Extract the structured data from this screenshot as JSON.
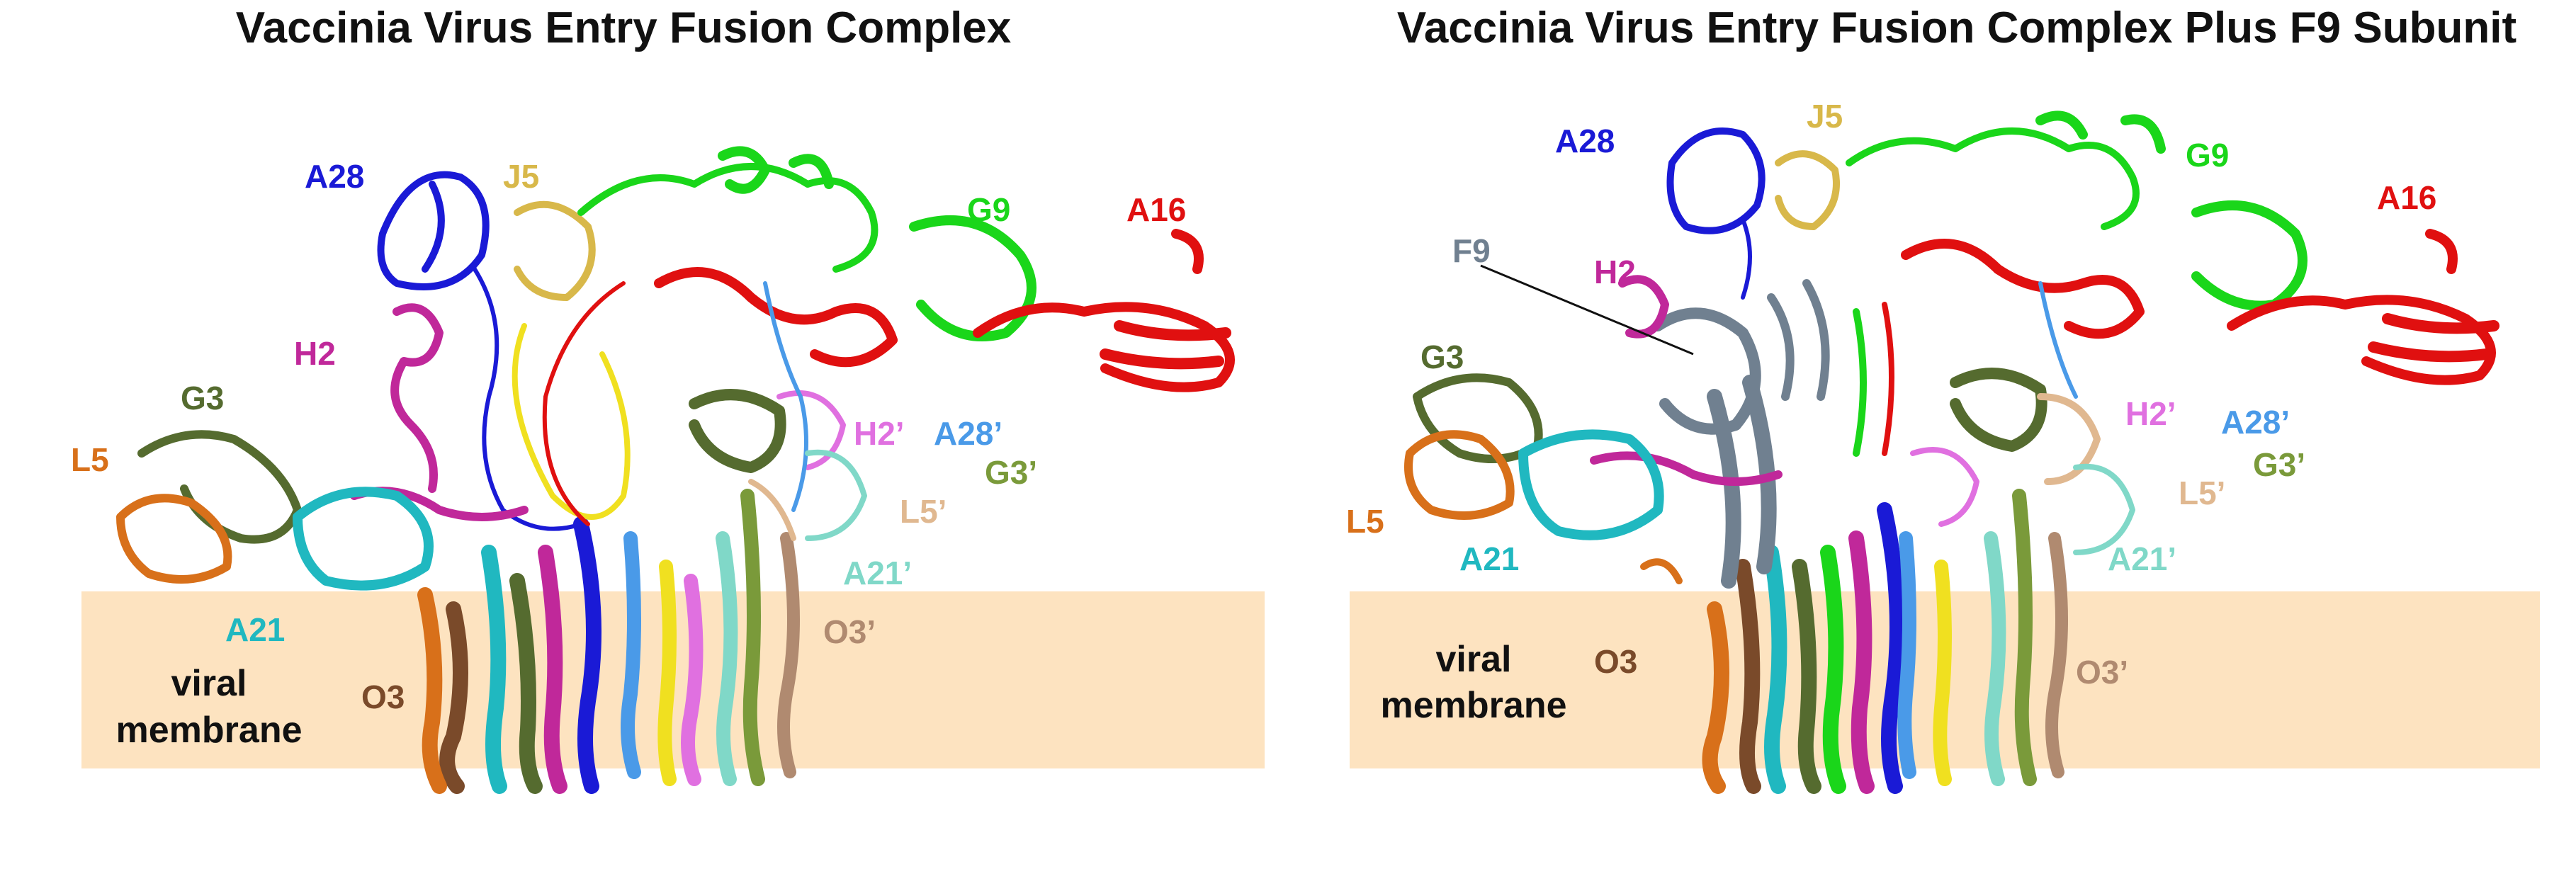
{
  "panels": [
    {
      "title": "Vaccinia Virus Entry Fusion Complex",
      "membrane_label_line1": "viral",
      "membrane_label_line2": "membrane",
      "labels": {
        "A28": "A28",
        "J5": "J5",
        "G9": "G9",
        "A16": "A16",
        "H2": "H2",
        "G3": "G3",
        "L5": "L5",
        "A21": "A21",
        "O3": "O3",
        "H2p": "H2’",
        "A28p": "A28’",
        "G3p": "G3’",
        "L5p": "L5’",
        "A21p": "A21’",
        "O3p": "O3’"
      }
    },
    {
      "title": "Vaccinia Virus Entry Fusion Complex Plus F9 Subunit",
      "membrane_label_line1": "viral",
      "membrane_label_line2": "membrane",
      "labels": {
        "A28": "A28",
        "J5": "J5",
        "G9": "G9",
        "A16": "A16",
        "F9": "F9",
        "H2": "H2",
        "G3": "G3",
        "L5": "L5",
        "A21": "A21",
        "O3": "O3",
        "H2p": "H2’",
        "A28p": "A28’",
        "G3p": "G3’",
        "L5p": "L5’",
        "A21p": "A21’",
        "O3p": "O3’"
      }
    }
  ],
  "colors": {
    "membrane": "#fde3c0",
    "A28": "#1a1ad6",
    "J5": "#d8b84a",
    "G9": "#1ad61a",
    "A16": "#e01010",
    "H2": "#c0289a",
    "G3": "#556b2f",
    "L5": "#d8701a",
    "A21": "#20b8c0",
    "O3": "#7a4a2a",
    "F9": "#708090",
    "H2p": "#e070e0",
    "A28p": "#4a9ae8",
    "G3p": "#7a9a3a",
    "L5p": "#e0b890",
    "A21p": "#80d8c8",
    "O3p": "#b08a70"
  }
}
